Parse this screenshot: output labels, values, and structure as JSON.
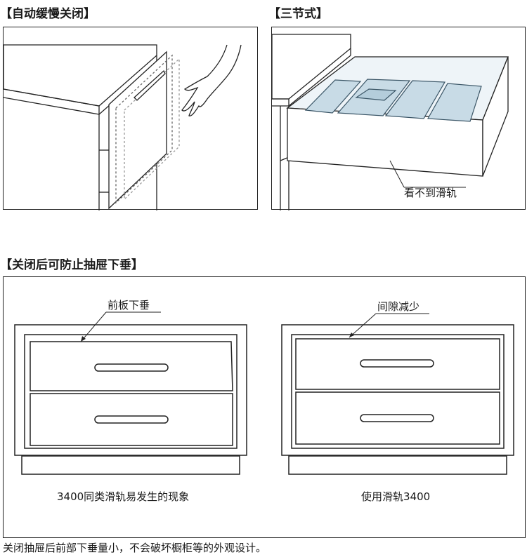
{
  "panels": {
    "soft_close": {
      "title": "【自动缓慢关闭】"
    },
    "three_section": {
      "title": "【三节式】",
      "callout": "看不到滑轨"
    }
  },
  "comparison": {
    "title": "【关闭后可防止抽屉下垂】",
    "left": {
      "callout": "前板下垂",
      "caption": "3400同类滑轨易发生的现象"
    },
    "right": {
      "callout": "间隙减少",
      "caption": "使用滑轨3400"
    }
  },
  "footer": {
    "text": "关闭抽屉后前部下垂量小，不会破坏橱柜等的外观设计。"
  }
}
